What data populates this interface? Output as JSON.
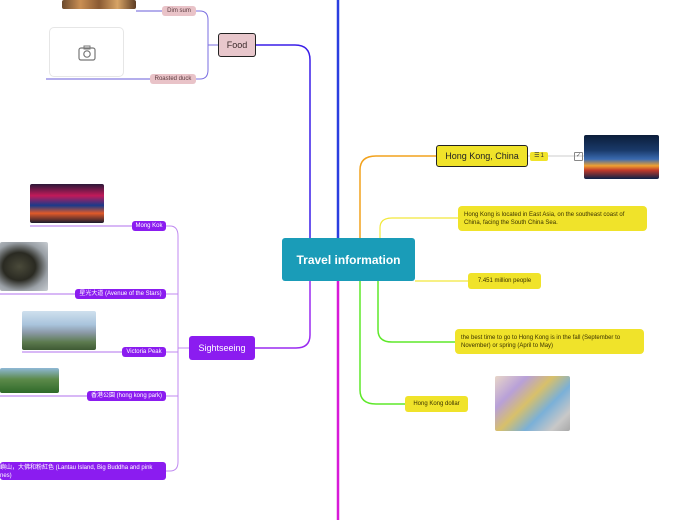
{
  "center": {
    "label": "Travel information"
  },
  "food": {
    "label": "Food",
    "items": [
      {
        "label": "Dim sum"
      },
      {
        "label": "Roasted duck"
      }
    ]
  },
  "sightseeing": {
    "label": "Sightseeing",
    "items": [
      {
        "label": "Mong Kok"
      },
      {
        "label": "星光大道 (Avenue of the Stars)"
      },
      {
        "label": "Victoria Peak"
      },
      {
        "label": "香港公園 (hong kong park)"
      },
      {
        "label": "嶼山，大佛和粉紅色 (Lantau Island, Big Buddha and pink"
      },
      {
        "label": "nes)"
      }
    ]
  },
  "hk": {
    "title": "Hong Kong, China",
    "task_count": "1",
    "location": "Hong Kong is located in East Asia, on the southeast coast of China, facing the South China Sea.",
    "population": "7.451 million people",
    "best_time": "the best time to go to Hong Kong is in the fall (September to November) or spring (April to May)",
    "currency": "Hong Kong dollar"
  },
  "colors": {
    "teal": "#1a9cb8",
    "purple": "#8b1cf0",
    "orange": "#f2a21d",
    "yellow": "#f0e32a",
    "lime": "#5ee82a",
    "blue": "#2a3ee0",
    "magenta": "#d81ad8"
  }
}
